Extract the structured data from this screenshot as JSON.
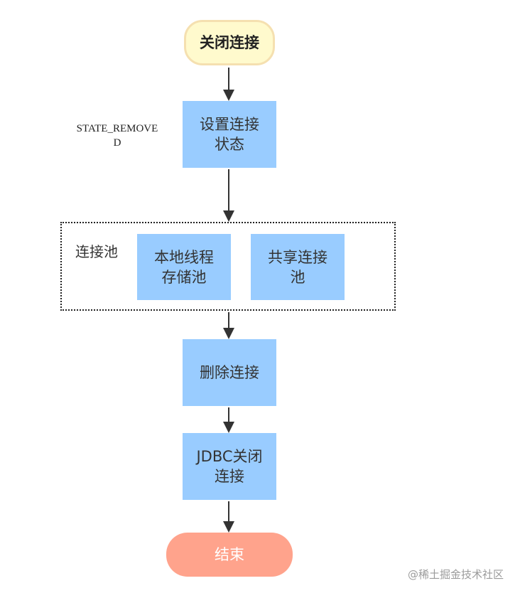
{
  "flow": {
    "start_label": "关闭连接",
    "set_state_label": "设置连接\n状态",
    "state_annotation": "STATE_REMOVE\nD",
    "pool_group_label": "连接池",
    "local_pool_label": "本地线程\n存储池",
    "shared_pool_label": "共享连接\n池",
    "delete_label": "删除连接",
    "jdbc_close_label": "JDBC关闭\n连接",
    "end_label": "结束"
  },
  "watermark": "@稀土掘金技术社区",
  "colors": {
    "start_fill": "#fffacd",
    "start_border": "#f5e0b0",
    "process_fill": "#99ccff",
    "end_fill": "#ffa38c",
    "line": "#333333"
  }
}
